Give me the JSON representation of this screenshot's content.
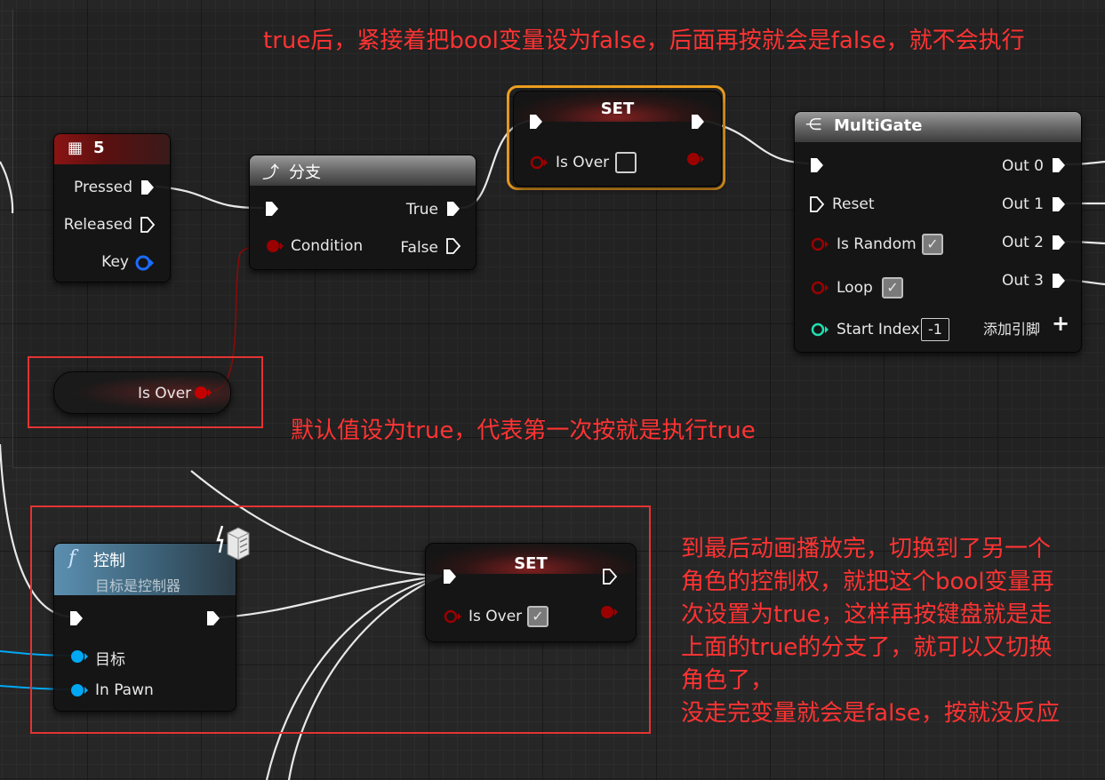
{
  "annotations": {
    "top": "true后，紧接着把bool变量设为false，后面再按就会是false，就不会执行",
    "middle": "默认值设为true，代表第一次按就是执行true",
    "right_lines": [
      "到最后动画播放完，切换到了另一个",
      "角色的控制权，就把这个bool变量再",
      "次设置为true，这样再按键盘就是走",
      "上面的true的分支了，就可以又切换",
      "角色了，",
      "没走完变量就会是false，按就没反应"
    ]
  },
  "key_node": {
    "title": "5",
    "pressed": "Pressed",
    "released": "Released",
    "key": "Key"
  },
  "branch_node": {
    "title": "分支",
    "true_label": "True",
    "condition": "Condition",
    "false_label": "False"
  },
  "set_node_top": {
    "title": "SET",
    "var_label": "Is Over",
    "checked": false
  },
  "multigate_node": {
    "title": "MultiGate",
    "reset": "Reset",
    "is_random": "Is Random",
    "loop": "Loop",
    "start_index": "Start Index",
    "start_index_value": "-1",
    "outputs": [
      "Out 0",
      "Out 1",
      "Out 2",
      "Out 3"
    ],
    "add_pin": "添加引脚",
    "is_random_checked": true,
    "loop_checked": true
  },
  "getter_node": {
    "label": "Is Over"
  },
  "possess_node": {
    "title": "控制",
    "subtitle": "目标是控制器",
    "target": "目标",
    "in_pawn": "In Pawn"
  },
  "set_node_bottom": {
    "title": "SET",
    "var_label": "Is Over",
    "checked": true
  },
  "colors": {
    "bool_pin": "#9b0000",
    "object_pin": "#00a8f3",
    "int_pin": "#1fe0b0",
    "exec_pin": "#ffffff",
    "annotation": "#ff3333",
    "selection": "#f0a020"
  }
}
